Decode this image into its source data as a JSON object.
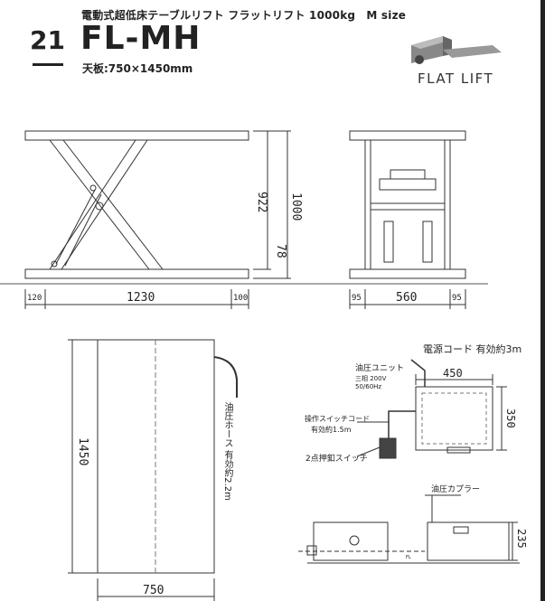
{
  "header": {
    "subtitle": "電動式超低床テーブルリフト フラットリフト 1000kg　M size",
    "number": "21",
    "model": "FL-MH",
    "board": "天板:750×1450mm",
    "brand": "FLAT LIFT"
  },
  "side_view": {
    "dim_922": "922",
    "dim_1000": "1000",
    "dim_78": "78",
    "dim_120": "120",
    "dim_1230": "1230",
    "dim_100": "100"
  },
  "front_view": {
    "dim_95_left": "95",
    "dim_560": "560",
    "dim_95_right": "95"
  },
  "top_view": {
    "dim_1450": "1450",
    "dim_750": "750",
    "hose_label": "油圧ホース 有効約2.2m"
  },
  "unit_view": {
    "power_cord": "電源コード 有効約3m",
    "hydraulic_unit": "油圧ユニット",
    "spec_phase": "三相 200V",
    "spec_freq": "50/60Hz",
    "dim_450": "450",
    "dim_350": "350",
    "switch_cord": "操作スイッチコード",
    "switch_cord_len": "有効約1.5m",
    "push_switch": "2点押釦スイッチ",
    "coupler": "油圧カプラー",
    "dim_235": "235",
    "fl_mark": "FL"
  }
}
